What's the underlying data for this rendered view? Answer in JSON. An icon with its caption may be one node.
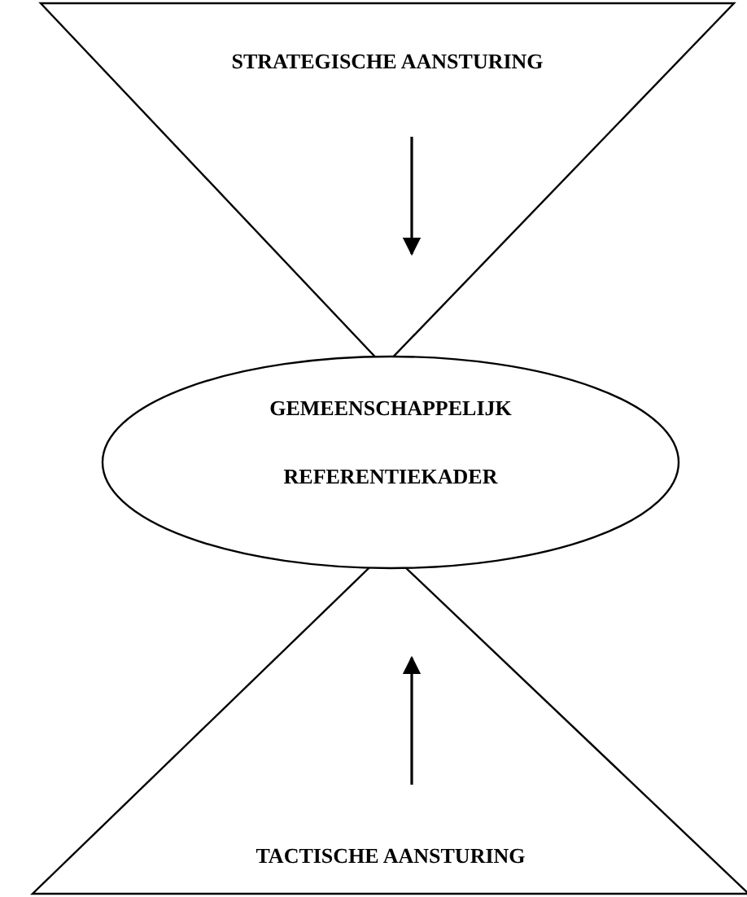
{
  "diagram": {
    "nodes": [
      {
        "text": [
          "STRATEGISCHE AANSTURING"
        ]
      },
      {
        "text": [
          "GEMEENSCHAPPELIJK REFERENTIEKADER"
        ]
      },
      {
        "text": [
          "TACTISCHE AANSTURING"
        ]
      }
    ]
  }
}
